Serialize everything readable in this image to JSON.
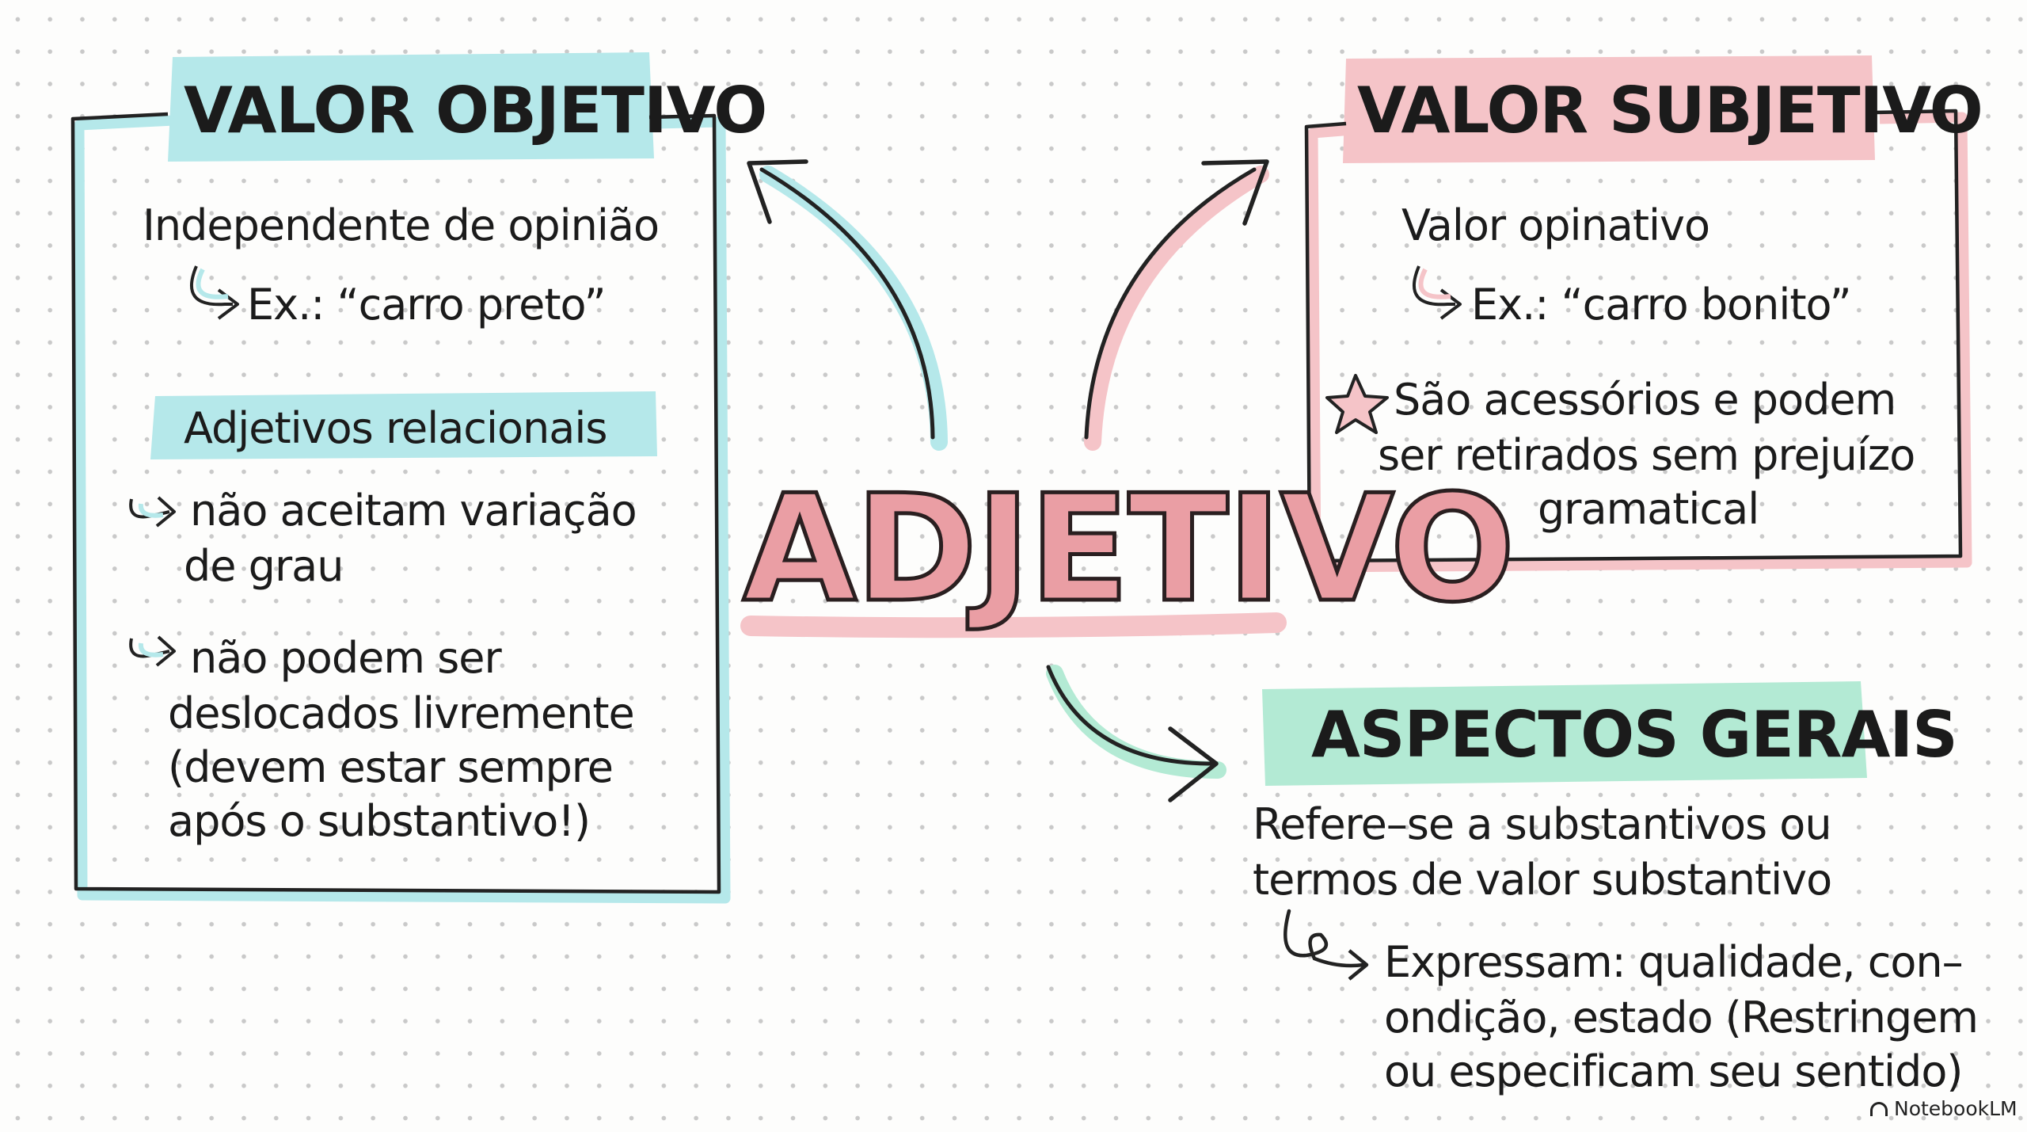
{
  "title": "ADJETIVO",
  "colors": {
    "blue": "#b5e8ea",
    "pink": "#f5c4c8",
    "green": "#b3ead4",
    "title_fill": "#ea9ea4",
    "ink": "#1b1b1b"
  },
  "valor_objetivo": {
    "header": "VALOR OBJETIVO",
    "line1": "Independente de opinião",
    "example": "Ex.: “carro preto”",
    "sub_header": "Adjetivos relacionais",
    "point1": [
      "não aceitam variação",
      "de grau"
    ],
    "point2": [
      "não podem ser",
      "deslocados livremente",
      "(devem estar sempre",
      "após o substantivo!)"
    ]
  },
  "valor_subjetivo": {
    "header": "VALOR SUBJETIVO",
    "line1": "Valor opinativo",
    "example": "Ex.: “carro bonito”",
    "note": [
      "São acessórios e podem",
      "ser retirados sem prejuízo",
      "gramatical"
    ]
  },
  "aspectos_gerais": {
    "header": "ASPECTOS GERAIS",
    "line1": [
      "Refere–se a substantivos ou",
      "termos de valor substantivo"
    ],
    "detail": [
      "Expressam: qualidade, con–",
      "ondição, estado (Restringem",
      "ou especificam seu sentido)"
    ]
  },
  "icons": [
    "curved-arrow-icon",
    "squiggle-arrow-icon",
    "star-icon",
    "loop-arrow-icon"
  ],
  "watermark": "NotebookLM"
}
